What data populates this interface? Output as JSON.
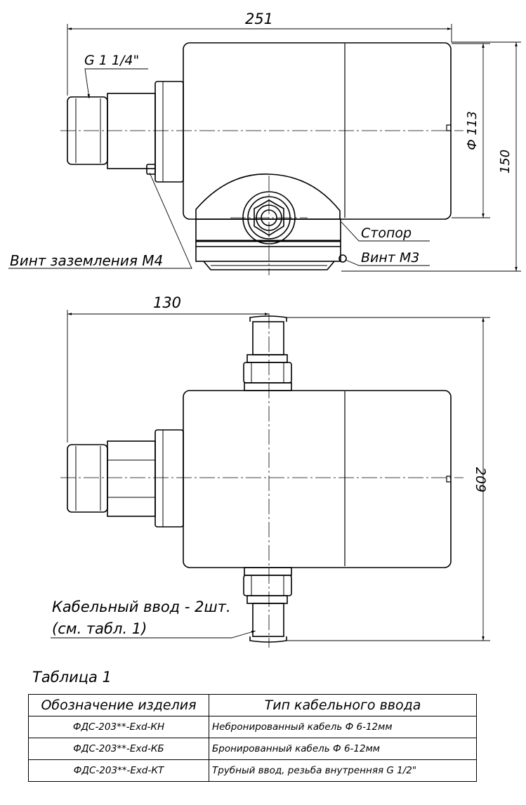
{
  "dimensions": {
    "overall_length": "251",
    "thread": "G 1 1/4\"",
    "diameter": "Ф 113",
    "height": "150",
    "half_width": "130",
    "total_height": "209"
  },
  "callouts": {
    "grounding_screw": "Винт заземления М4",
    "stopper": "Стопор",
    "screw_m3": "Винт М3",
    "cable_entry_line1": "Кабельный ввод - 2шт.",
    "cable_entry_line2": "(см. табл. 1)"
  },
  "table": {
    "title": "Таблица 1",
    "headers": [
      "Обозначение изделия",
      "Тип кабельного ввода"
    ],
    "rows": [
      [
        "ФДС-203**-Exd-КН",
        "Небронированный кабель Ф 6-12мм"
      ],
      [
        "ФДС-203**-Exd-КБ",
        "Бронированный кабель Ф 6-12мм"
      ],
      [
        "ФДС-203**-Exd-КТ",
        "Трубный ввод, резьба внутренняя G 1/2\""
      ]
    ]
  }
}
